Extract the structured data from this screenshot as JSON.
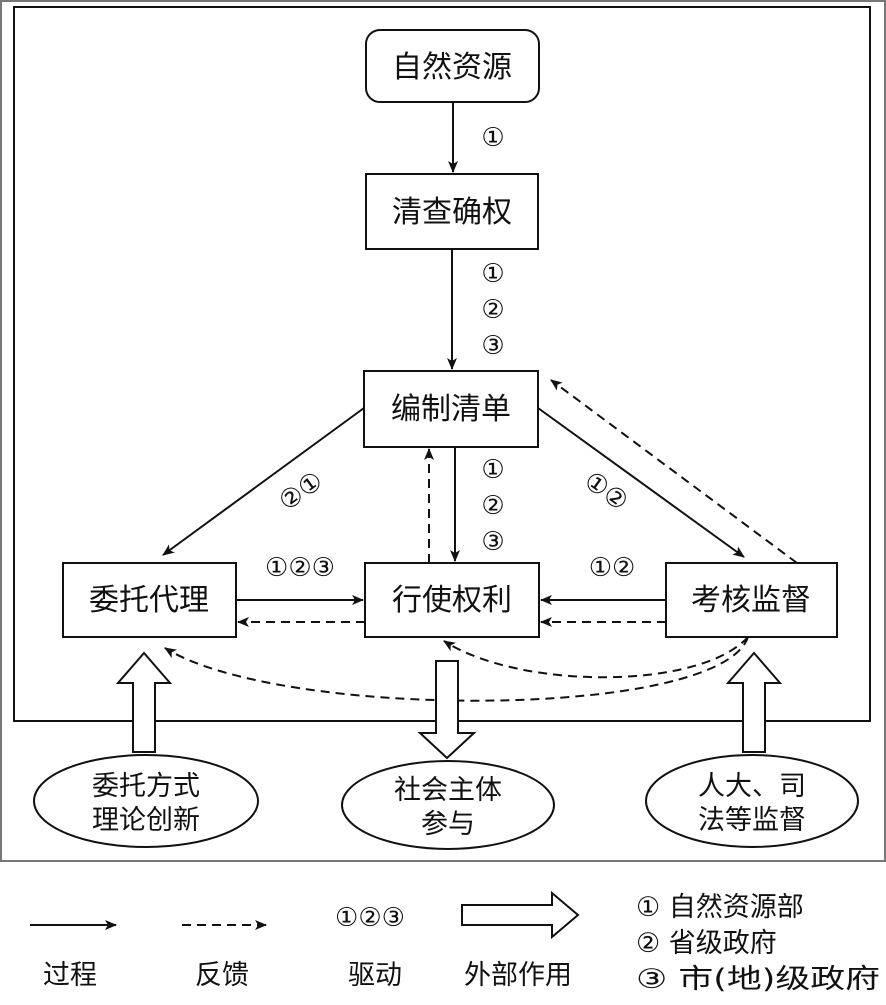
{
  "nodes": {
    "natural_resources": "自然资源",
    "inventory_rights": "清查确权",
    "compile_list": "编制清单",
    "entrusted_agency": "委托代理",
    "exercise_rights": "行使权利",
    "assessment_supervision": "考核监督"
  },
  "external": {
    "left_line1": "委托方式",
    "left_line2": "理论创新",
    "middle_line1": "社会主体",
    "middle_line2": "参与",
    "right_line1": "人大、司",
    "right_line2": "法等监督"
  },
  "drivers": {
    "natural_to_inventory": "①",
    "inventory_to_list": [
      "①",
      "②",
      "③"
    ],
    "list_to_exercise": [
      "①",
      "②",
      "③"
    ],
    "list_to_agency": "②①",
    "list_to_assessment": "①②",
    "agency_to_exercise": "①②③",
    "assessment_to_exercise": "①②"
  },
  "legend": {
    "process": "过程",
    "feedback": "反馈",
    "driver_symbols": "①②③",
    "driver": "驱动",
    "external_effect": "外部作用",
    "key_1": "① 自然资源部",
    "key_2": "② 省级政府",
    "key_3": "③ 市(地)级政府"
  }
}
